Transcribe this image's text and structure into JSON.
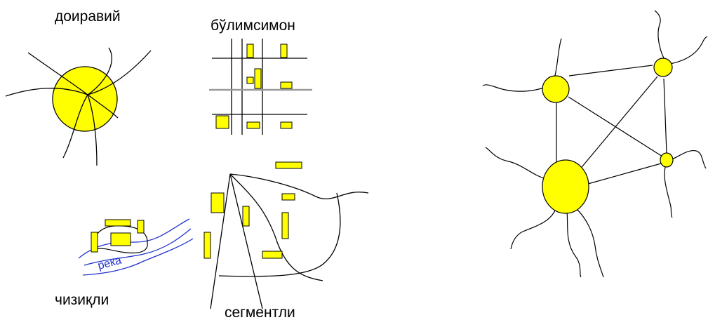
{
  "labels": {
    "radial": "доиравий",
    "grid": "бўлимсимон",
    "linear": "чизиқли",
    "segmented": "сегментли",
    "river": "река"
  },
  "colors": {
    "fill": "#ffff00",
    "stroke": "#000000",
    "river": "#2233cc",
    "grid_mid_line": "#999999"
  }
}
